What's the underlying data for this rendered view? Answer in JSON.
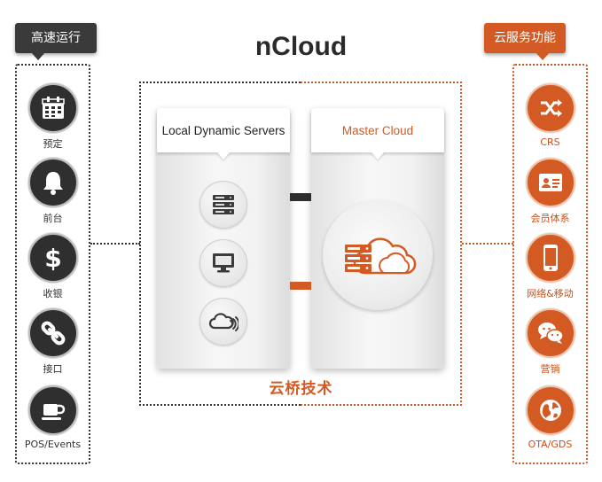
{
  "title": "nCloud",
  "left_tag": "高速运行",
  "right_tag": "云服务功能",
  "left_items": [
    {
      "label": "预定",
      "icon": "calendar-icon"
    },
    {
      "label": "前台",
      "icon": "bell-icon"
    },
    {
      "label": "收银",
      "icon": "dollar-icon"
    },
    {
      "label": "接口",
      "icon": "chain-link-icon"
    },
    {
      "label": "POS/Events",
      "icon": "coffee-cup-icon"
    }
  ],
  "right_items": [
    {
      "label": "CRS",
      "icon": "shuffle-icon"
    },
    {
      "label": "会员体系",
      "icon": "id-card-icon"
    },
    {
      "label": "网络&移动",
      "icon": "smartphone-icon"
    },
    {
      "label": "营销",
      "icon": "chat-bubbles-icon"
    },
    {
      "label": "OTA/GDS",
      "icon": "globe-icon"
    }
  ],
  "panels": {
    "local": {
      "title": "Local Dynamic Servers",
      "icons": [
        "server-rack-icon",
        "monitor-icon",
        "cloud-signal-icon"
      ]
    },
    "master": {
      "title": "Master Cloud",
      "icon": "cloud-server-icon"
    }
  },
  "bridge_label": "云桥技术",
  "colors": {
    "dark": "#2f2f2f",
    "accent": "#d35a22"
  }
}
